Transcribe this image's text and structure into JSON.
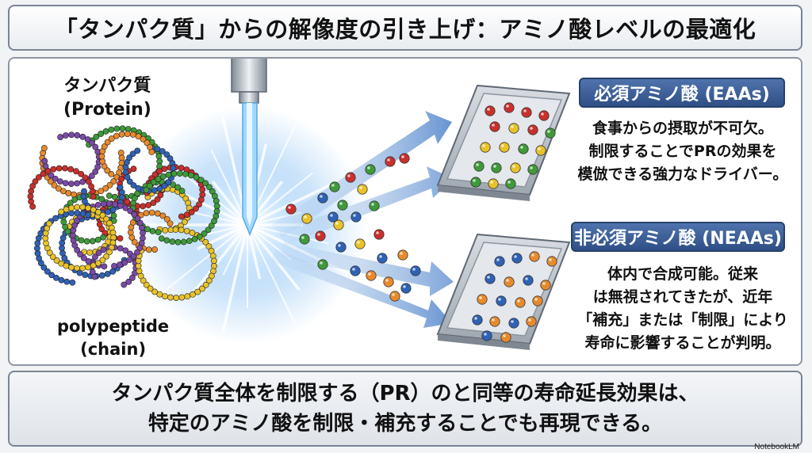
{
  "title": "「タンパク質」からの解像度の引き上げ：アミノ酸レベルの最適化",
  "protein_label": [
    "タンパク質",
    "(Protein)"
  ],
  "polypeptide_label": [
    "polypeptide",
    "(chain)"
  ],
  "eaa": {
    "title": "必須アミノ酸 (EAAs)",
    "lines": [
      "食事からの摂取が不可欠。",
      "制限することでPRの効果を",
      "模倣できる強力なドライバー。"
    ]
  },
  "neaa": {
    "title": "非必須アミノ酸 (NEAAs)",
    "lines": [
      "体内で合成可能。従来",
      "は無視されてきたが、近年",
      "「補充」または「制限」により",
      "寿命に影響することが判明。"
    ]
  },
  "footer_lines": [
    "タンパク質全体を制限する（PR）のと同等の寿命延長効果は、",
    "特定のアミノ酸を制限・補充することでも再現できる。"
  ],
  "watermark": "NotebookLM",
  "colors": {
    "red": "#c9302c",
    "yellow": "#e9c22a",
    "green": "#3f9a3a",
    "blue": "#2f62b5",
    "orange": "#e88a2c",
    "navy": "#2f4f86",
    "beam": "#7cc8ff"
  }
}
